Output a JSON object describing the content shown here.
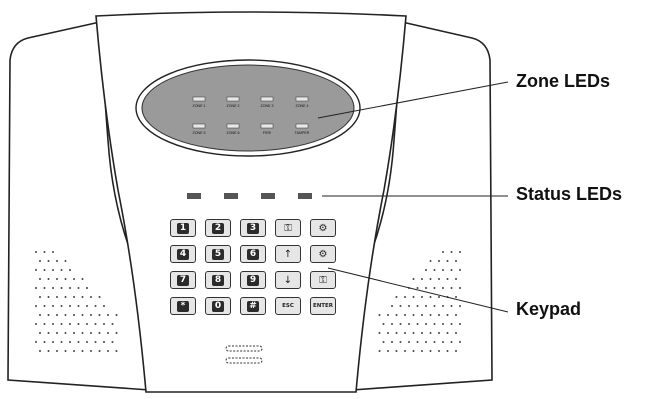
{
  "callouts": {
    "zone_leds": "Zone LEDs",
    "status_leds": "Status LEDs",
    "keypad": "Keypad"
  },
  "zone_led_labels": [
    "ZONE 1",
    "ZONE 2",
    "ZONE 3",
    "ZONE 4",
    "ZONE 5",
    "ZONE 6",
    "FIRE",
    "TAMPER"
  ],
  "keypad": {
    "keys": [
      "1",
      "2",
      "3",
      "key-icon",
      "gear-icon",
      "4",
      "5",
      "6",
      "up-arrow-icon",
      "gear-icon",
      "7",
      "8",
      "9",
      "down-arrow-icon",
      "unlock-icon",
      "*",
      "0",
      "#",
      "ESC",
      "ENTER"
    ],
    "esc_label": "ESC",
    "enter_label": "ENTER"
  }
}
